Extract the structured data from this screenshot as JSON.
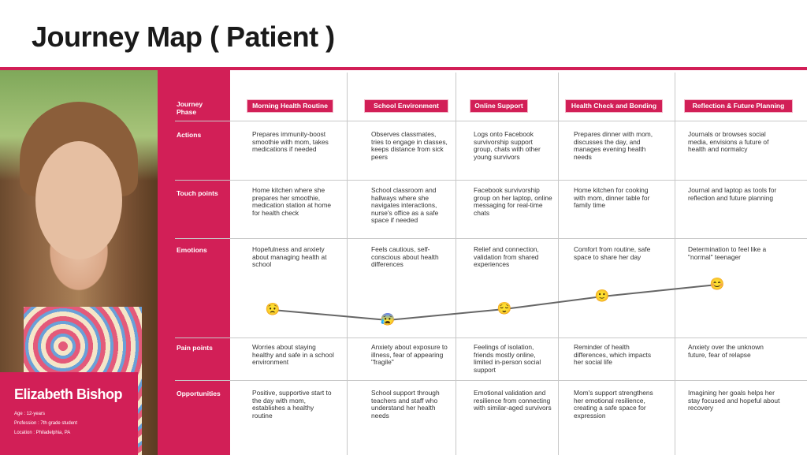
{
  "title": "Journey Map ( Patient )",
  "persona": {
    "name": "Elizabeth Bishop",
    "age": "Age : 12-years",
    "profession": "Profession : 7th grade student",
    "location": "Location : Philadelphia, PA"
  },
  "row_labels": [
    "Journey Phase",
    "Actions",
    "Touch points",
    "Emotions",
    "Pain points",
    "Opportunities"
  ],
  "phases": [
    {
      "name": "Morning Health Routine",
      "actions": "Prepares immunity-boost smoothie with mom, takes medications if needed",
      "touchpoints": "Home kitchen where she prepares her smoothie, medication station at home for health check",
      "emotions": "Hopefulness and anxiety about managing health at school",
      "emoji": "😟",
      "pain": "Worries about staying healthy and safe in a school environment",
      "opportunities": "Positive, supportive start to the day with mom, establishes a healthy routine"
    },
    {
      "name": "School Environment",
      "actions": "Observes classmates, tries to engage in classes, keeps distance from sick peers",
      "touchpoints": "School classroom and hallways where she navigates interactions, nurse's office as a safe space if needed",
      "emotions": "Feels cautious, self-conscious about health differences",
      "emoji": "😰",
      "pain": "Anxiety about exposure to illness, fear of appearing \"fragile\"",
      "opportunities": "School support through teachers and staff who understand her health needs"
    },
    {
      "name": "Online Support",
      "actions": "Logs onto Facebook survivorship support group, chats with other young survivors",
      "touchpoints": "Facebook survivorship group on her laptop, online messaging for real-time chats",
      "emotions": "Relief and connection, validation from shared experiences",
      "emoji": "😌",
      "pain": "Feelings of isolation, friends mostly online, limited in-person social support",
      "opportunities": "Emotional validation and resilience from connecting with similar-aged survivors"
    },
    {
      "name": "Health Check and Bonding",
      "actions": "Prepares dinner with mom, discusses the day, and manages evening health needs",
      "touchpoints": "Home kitchen for cooking with mom, dinner table for family time",
      "emotions": "Comfort from routine, safe space to share her day",
      "emoji": "🙂",
      "pain": "Reminder of health differences, which impacts her social life",
      "opportunities": "Mom's support strengthens her emotional resilience, creating a safe space for expression"
    },
    {
      "name": "Reflection & Future Planning",
      "actions": "Journals or browses social media, envisions a future of health and normalcy",
      "touchpoints": "Journal and laptop as tools for reflection and future planning",
      "emotions": "Determination to feel like a \"normal\" teenager",
      "emoji": "😊",
      "pain": "Anxiety over the unknown future, fear of relapse",
      "opportunities": "Imagining her goals helps her stay focused and hopeful about recovery"
    }
  ],
  "colors": {
    "accent": "#d21f57"
  }
}
